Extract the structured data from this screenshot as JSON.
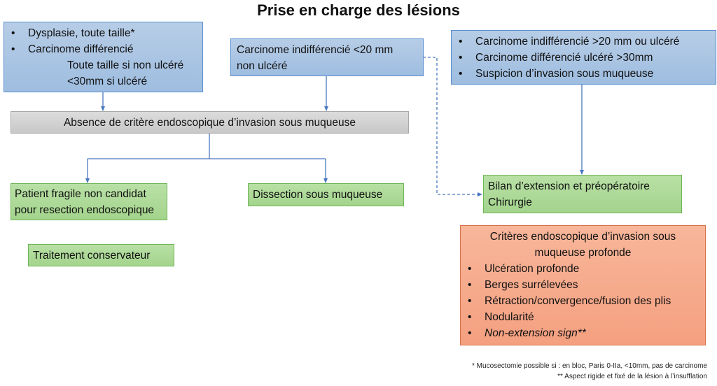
{
  "title": "Prise en charge des lésions",
  "boxes": {
    "left_top": {
      "items": [
        "Dysplasie, toute taille*",
        "Carcinome différencié"
      ],
      "sub_lines": [
        "Toute taille si non ulcéré",
        "<30mm si ulcéré"
      ]
    },
    "center_top": {
      "lines": [
        "Carcinome indifférencié <20 mm",
        "non ulcéré"
      ]
    },
    "right_top": {
      "items": [
        "Carcinome indifférencié >20 mm ou ulcéré",
        "Carcinome différencié ulcéré >30mm",
        "Suspicion d’invasion sous muqueuse"
      ]
    },
    "absence": {
      "text": "Absence de critère endoscopique d’invasion sous muqueuse"
    },
    "fragile": {
      "lines": [
        "Patient fragile non candidat",
        "pour resection endoscopique"
      ]
    },
    "dissection": {
      "text": "Dissection sous muqueuse"
    },
    "bilan": {
      "lines": [
        "Bilan d’extension et préopératoire",
        "Chirurgie"
      ]
    },
    "traitement": {
      "text": "Traitement conservateur"
    },
    "criteres": {
      "heading": [
        "Critères endoscopique d’invasion sous",
        "muqueuse profonde"
      ],
      "items": [
        "Ulcération profonde",
        "Berges surrélevées",
        "Rétraction/convergence/fusion des plis",
        "Nodularité"
      ],
      "last_item": "Non-extension sign**"
    }
  },
  "footnotes": [
    "* Mucosectomie possible si : en bloc, Paris 0-IIa, <10mm, pas de carcinome",
    "** Aspect rigide et fixé de la lésion à l’insufflation"
  ],
  "colors": {
    "blue_fill": "#a9c6e4",
    "blue_border": "#5b8fd0",
    "gray_fill": "#d2d2d2",
    "green_fill": "#aed99a",
    "green_border": "#6fb556",
    "orange_fill": "#f6ab8c",
    "orange_border": "#d8704a",
    "connector": "#4a78c0"
  }
}
